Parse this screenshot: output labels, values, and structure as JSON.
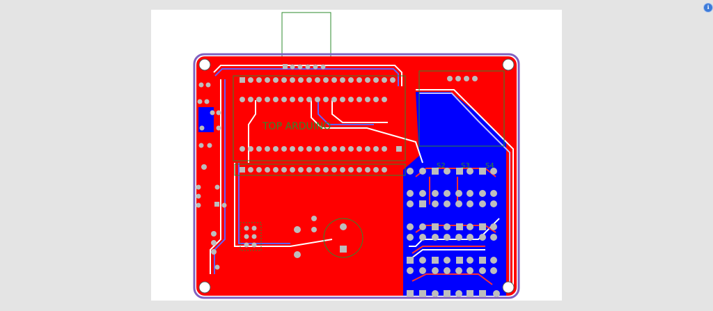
{
  "toolbar": {
    "help_icon": "help-icon",
    "help_glyph": "ℹ"
  },
  "board": {
    "colors": {
      "top_copper": "#ff0000",
      "bottom_copper": "#0000ff",
      "silkscreen": "#2e8b2e",
      "board_edge": "#8060c0",
      "pad": "#bdbdbd",
      "background": "#ffffff"
    },
    "labels": {
      "switch_s2": "S2",
      "switch_s3": "S3",
      "switch_s4": "S4",
      "module_text": "TOP ARDUINO"
    }
  }
}
